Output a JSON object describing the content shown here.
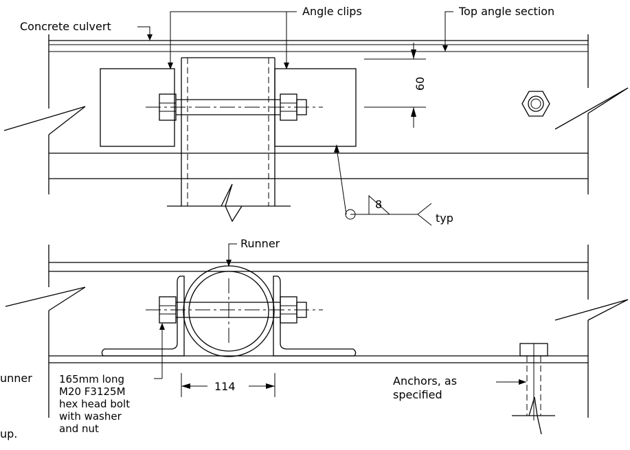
{
  "labels": {
    "concrete_culvert": "Concrete culvert",
    "angle_clips": "Angle clips",
    "top_angle_section": "Top angle section",
    "dim_60": "60",
    "weld_size": "8",
    "weld_typ": "typ",
    "runner": "Runner",
    "runner_left": "unner",
    "up_left": "up.",
    "bolt_note": [
      "165mm long",
      "M20 F3125M",
      "hex head bolt",
      "with washer",
      "and nut"
    ],
    "dim_114": "114",
    "anchors": [
      "Anchors, as",
      "specified"
    ]
  }
}
